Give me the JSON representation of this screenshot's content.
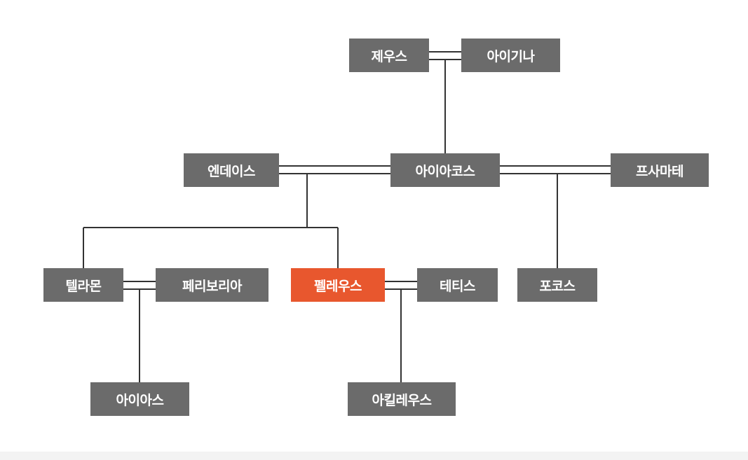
{
  "nodes": {
    "zeus": "제우스",
    "aegina": "아이기나",
    "endeis": "엔데이스",
    "aeacus": "아이아코스",
    "psamathe": "프사마테",
    "telamon": "텔라몬",
    "periboea": "페리보리아",
    "peleus": "펠레우스",
    "thetis": "테티스",
    "phocus": "포코스",
    "ajax": "아이아스",
    "achilles": "아킬레우스"
  },
  "colors": {
    "node": "#6b6b6b",
    "highlight": "#e8572e",
    "line": "#333333"
  }
}
